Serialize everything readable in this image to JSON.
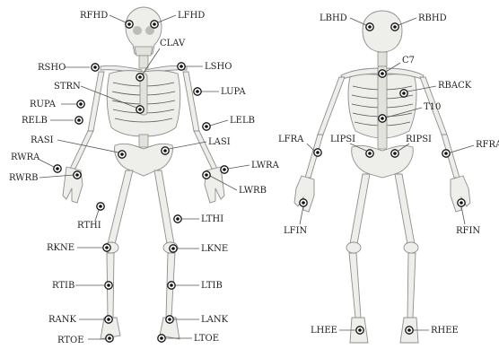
{
  "figures": [
    {
      "view": "anterior"
    },
    {
      "view": "posterior"
    }
  ],
  "markers": {
    "RFHD": "RFHD",
    "LFHD": "LFHD",
    "CLAV": "CLAV",
    "RSHO": "RSHO",
    "LSHO": "LSHO",
    "STRN": "STRN",
    "LUPA": "LUPA",
    "RUPA": "RUPA",
    "RELB": "RELB",
    "LELB": "LELB",
    "RASI": "RASI",
    "LASI": "LASI",
    "RWRA": "RWRA",
    "RWRB": "RWRB",
    "LWRA": "LWRA",
    "LWRB": "LWRB",
    "RTHI": "RTHI",
    "LTHI": "LTHI",
    "RKNE": "RKNE",
    "LKNE": "LKNE",
    "RTIB": "RTIB",
    "LTIB": "LTIB",
    "RANK": "RANK",
    "LANK": "LANK",
    "RTOE": "RTOE",
    "LTOE": "LTOE",
    "LBHD": "LBHD",
    "RBHD": "RBHD",
    "C7": "C7",
    "RBACK": "RBACK",
    "T10": "T10",
    "LFRA": "LFRA",
    "LIPSI": "LIPSI",
    "RIPSI": "RIPSI",
    "RFRA": "RFRA",
    "LFIN": "LFIN",
    "RFIN": "RFIN",
    "LHEE": "LHEE",
    "RHEE": "RHEE"
  }
}
